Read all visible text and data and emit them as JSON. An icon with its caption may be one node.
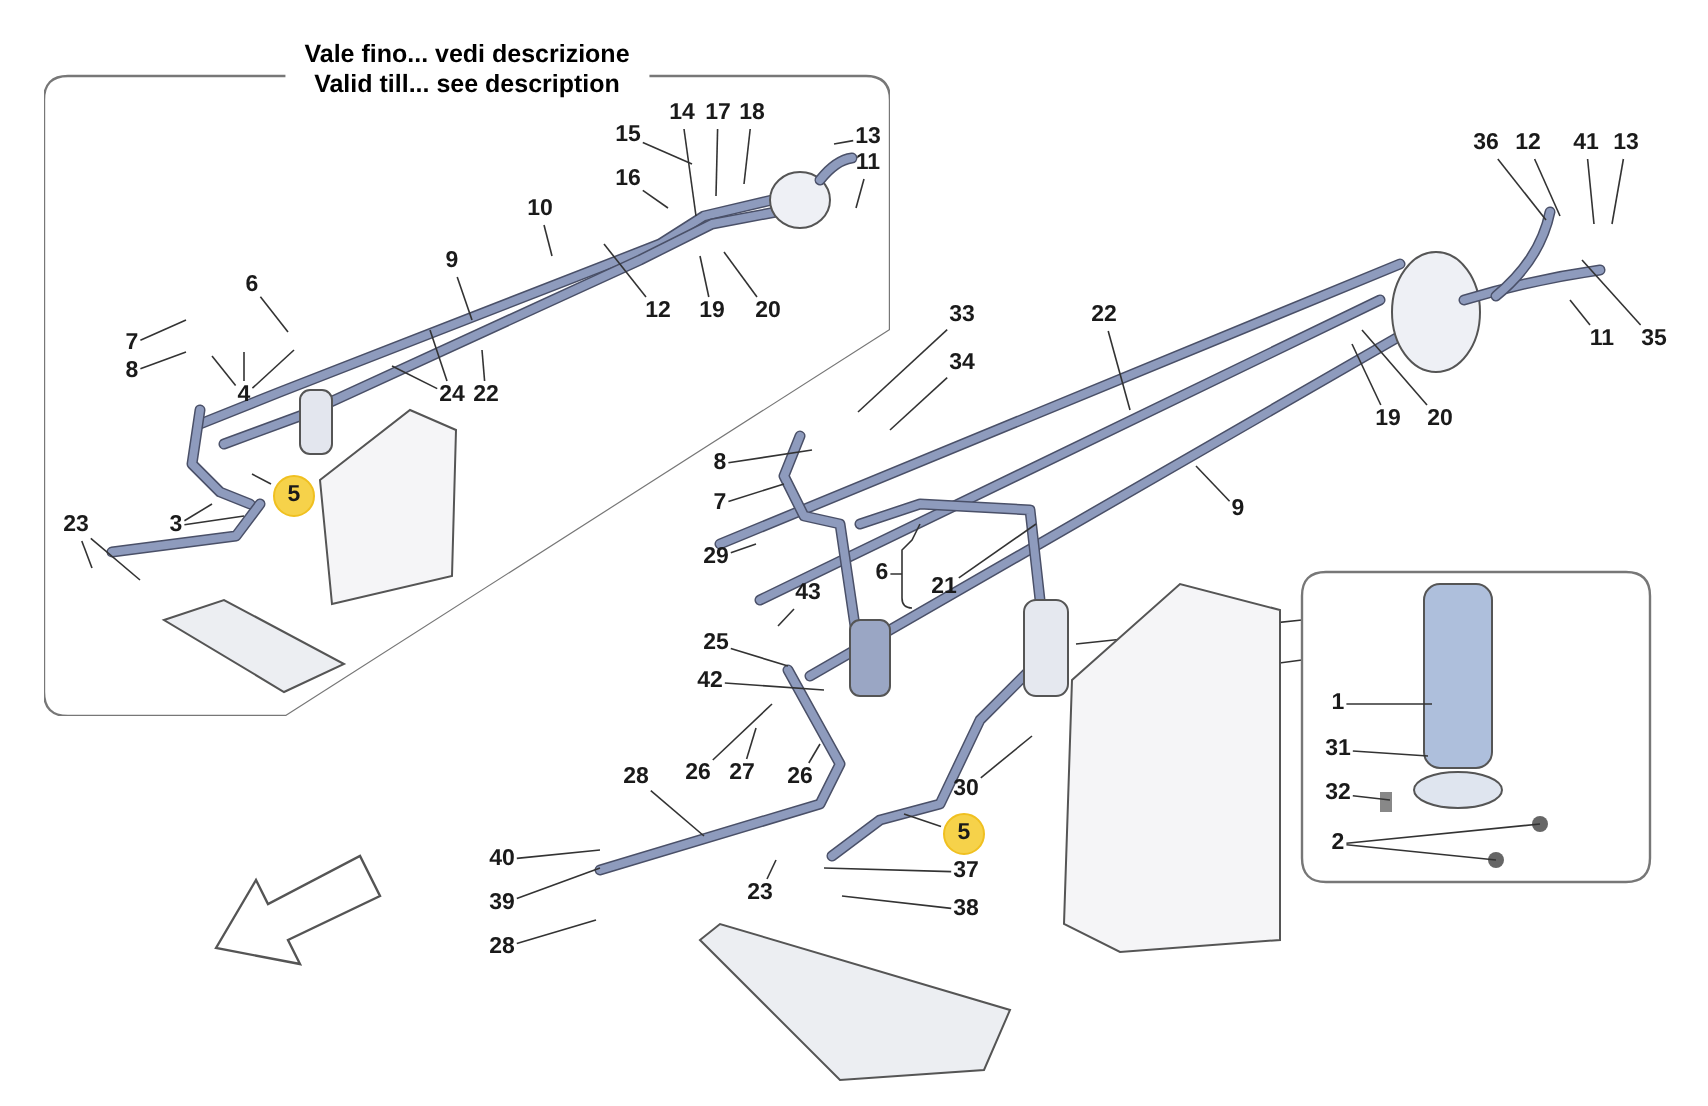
{
  "diagram": {
    "nodes": [
      {
        "text": [
          "Vale fino... vedi descrizione",
          "Valid till... see description"
        ]
      },
      {
        "text": [
          "14"
        ],
        "in": 0
      },
      {
        "text": [
          "17"
        ],
        "in": 0
      },
      {
        "text": [
          "18"
        ],
        "in": 0
      },
      {
        "text": [
          "15"
        ],
        "in": 0
      },
      {
        "text": [
          "16"
        ],
        "in": 0
      },
      {
        "text": [
          "13"
        ],
        "in": 0
      },
      {
        "text": [
          "11"
        ],
        "in": 0
      },
      {
        "text": [
          "10"
        ],
        "in": 0
      },
      {
        "text": [
          "9"
        ],
        "in": 0
      },
      {
        "text": [
          "12"
        ],
        "in": 0
      },
      {
        "text": [
          "19"
        ],
        "in": 0
      },
      {
        "text": [
          "20"
        ],
        "in": 0
      },
      {
        "text": [
          "6"
        ],
        "in": 0
      },
      {
        "text": [
          "7"
        ],
        "in": 0
      },
      {
        "text": [
          "8"
        ],
        "in": 0
      },
      {
        "text": [
          "4"
        ],
        "in": 0
      },
      {
        "text": [
          "24"
        ],
        "in": 0
      },
      {
        "text": [
          "22"
        ],
        "in": 0
      },
      {
        "text": [
          "5"
        ],
        "in": 0
      },
      {
        "text": [
          "3"
        ],
        "in": 0
      },
      {
        "text": [
          "23"
        ],
        "in": 0
      },
      {
        "text": [
          "36"
        ]
      },
      {
        "text": [
          "12"
        ]
      },
      {
        "text": [
          "41"
        ]
      },
      {
        "text": [
          "13"
        ]
      },
      {
        "text": [
          "11"
        ]
      },
      {
        "text": [
          "35"
        ]
      },
      {
        "text": [
          "19"
        ]
      },
      {
        "text": [
          "20"
        ]
      },
      {
        "text": [
          "22"
        ]
      },
      {
        "text": [
          "33"
        ]
      },
      {
        "text": [
          "34"
        ]
      },
      {
        "text": [
          "9"
        ]
      },
      {
        "text": [
          "8"
        ]
      },
      {
        "text": [
          "7"
        ]
      },
      {
        "text": [
          "29"
        ]
      },
      {
        "text": [
          "6"
        ]
      },
      {
        "text": [
          "21"
        ]
      },
      {
        "text": [
          "43"
        ]
      },
      {
        "text": [
          "25"
        ]
      },
      {
        "text": [
          "42"
        ]
      },
      {
        "text": [
          "28"
        ]
      },
      {
        "text": [
          "26"
        ]
      },
      {
        "text": [
          "27"
        ]
      },
      {
        "text": [
          "26"
        ]
      },
      {
        "text": [
          "30"
        ]
      },
      {
        "text": [
          "5"
        ]
      },
      {
        "text": [
          "40"
        ]
      },
      {
        "text": [
          "37"
        ]
      },
      {
        "text": [
          "23"
        ]
      },
      {
        "text": [
          "39"
        ]
      },
      {
        "text": [
          "38"
        ]
      },
      {
        "text": [
          "28"
        ]
      },
      {
        "text": [],
        "shape": "box"
      },
      {
        "text": [
          "1"
        ],
        "in": 54
      },
      {
        "text": [
          "31"
        ],
        "in": 54
      },
      {
        "text": [
          "32"
        ],
        "in": 54
      },
      {
        "text": [
          "2"
        ],
        "in": 54
      }
    ],
    "edges": [
      {
        "from": 1,
        "to": null,
        "arrow": "none"
      },
      {
        "from": 2,
        "to": null,
        "arrow": "none"
      },
      {
        "from": 3,
        "to": null,
        "arrow": "none"
      },
      {
        "from": 4,
        "to": null,
        "arrow": "none"
      },
      {
        "from": 5,
        "to": null,
        "arrow": "none"
      },
      {
        "from": 6,
        "to": null,
        "arrow": "none"
      },
      {
        "from": 7,
        "to": null,
        "arrow": "none"
      },
      {
        "from": 8,
        "to": null,
        "arrow": "none"
      },
      {
        "from": 9,
        "to": null,
        "arrow": "none"
      },
      {
        "from": 10,
        "to": null,
        "arrow": "none"
      },
      {
        "from": 11,
        "to": null,
        "arrow": "none"
      },
      {
        "from": 12,
        "to": null,
        "arrow": "none"
      },
      {
        "from": 13,
        "to": null,
        "arrow": "none"
      },
      {
        "from": 14,
        "to": null,
        "arrow": "none"
      },
      {
        "from": 15,
        "to": null,
        "arrow": "none"
      },
      {
        "from": 16,
        "to": null,
        "arrow": "none"
      },
      {
        "from": 16,
        "to": null,
        "arrow": "none"
      },
      {
        "from": 16,
        "to": null,
        "arrow": "none"
      },
      {
        "from": 17,
        "to": null,
        "arrow": "none"
      },
      {
        "from": 17,
        "to": null,
        "arrow": "none"
      },
      {
        "from": 18,
        "to": null,
        "arrow": "none"
      },
      {
        "from": 19,
        "to": null,
        "arrow": "none"
      },
      {
        "from": 20,
        "to": null,
        "arrow": "none"
      },
      {
        "from": 20,
        "to": null,
        "arrow": "none"
      },
      {
        "from": 21,
        "to": null,
        "arrow": "none"
      },
      {
        "from": 21,
        "to": null,
        "arrow": "none"
      },
      {
        "from": 22,
        "to": null,
        "arrow": "none"
      },
      {
        "from": 23,
        "to": null,
        "arrow": "none"
      },
      {
        "from": 24,
        "to": null,
        "arrow": "none"
      },
      {
        "from": 25,
        "to": null,
        "arrow": "none"
      },
      {
        "from": 26,
        "to": null,
        "arrow": "none"
      },
      {
        "from": 27,
        "to": null,
        "arrow": "none"
      },
      {
        "from": 28,
        "to": null,
        "arrow": "none"
      },
      {
        "from": 29,
        "to": null,
        "arrow": "none"
      },
      {
        "from": 30,
        "to": null,
        "arrow": "none"
      },
      {
        "from": 31,
        "to": null,
        "arrow": "none"
      },
      {
        "from": 32,
        "to": null,
        "arrow": "none"
      },
      {
        "from": 33,
        "to": null,
        "arrow": "none"
      },
      {
        "from": 34,
        "to": null,
        "arrow": "none"
      },
      {
        "from": 35,
        "to": null,
        "arrow": "none"
      },
      {
        "from": 36,
        "to": null,
        "arrow": "none"
      },
      {
        "from": 37,
        "to": null,
        "arrow": "none"
      },
      {
        "from": 38,
        "to": null,
        "arrow": "none"
      },
      {
        "from": 39,
        "to": null,
        "arrow": "none"
      },
      {
        "from": 40,
        "to": null,
        "arrow": "none"
      },
      {
        "from": 41,
        "to": null,
        "arrow": "none"
      },
      {
        "from": 42,
        "to": null,
        "arrow": "none"
      },
      {
        "from": 43,
        "to": null,
        "arrow": "none"
      },
      {
        "from": 44,
        "to": null,
        "arrow": "none"
      },
      {
        "from": 45,
        "to": null,
        "arrow": "none"
      },
      {
        "from": 46,
        "to": null,
        "arrow": "none"
      },
      {
        "from": 47,
        "to": null,
        "arrow": "none"
      },
      {
        "from": 48,
        "to": null,
        "arrow": "none"
      },
      {
        "from": 49,
        "to": null,
        "arrow": "none"
      },
      {
        "from": 50,
        "to": null,
        "arrow": "none"
      },
      {
        "from": 51,
        "to": null,
        "arrow": "none"
      },
      {
        "from": 52,
        "to": null,
        "arrow": "none"
      },
      {
        "from": 53,
        "to": null,
        "arrow": "none"
      },
      {
        "from": 55,
        "to": null,
        "arrow": "none"
      },
      {
        "from": 56,
        "to": null,
        "arrow": "none"
      },
      {
        "from": 57,
        "to": null,
        "arrow": "none"
      },
      {
        "from": 58,
        "to": null,
        "arrow": "none"
      },
      {
        "from": 58,
        "to": null,
        "arrow": "none"
      }
    ]
  }
}
